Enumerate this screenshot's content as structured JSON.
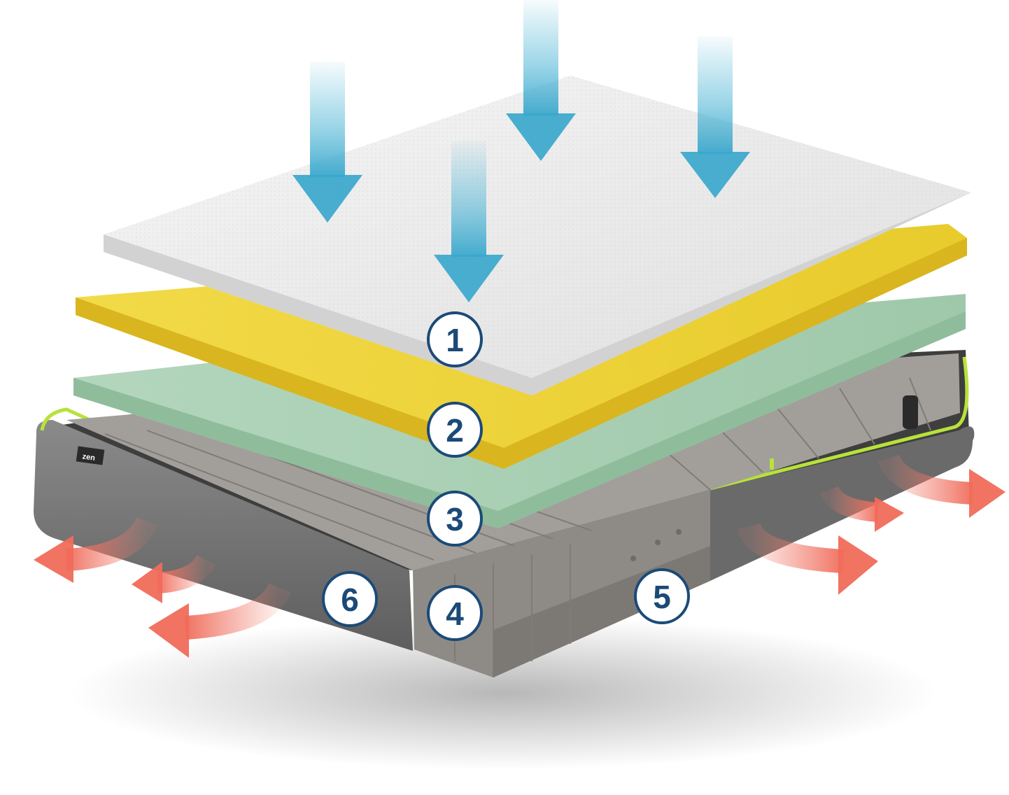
{
  "brand": {
    "logo_text": "zen"
  },
  "layers": [
    {
      "number": "1",
      "name": "cover-layer",
      "color": "#ededed"
    },
    {
      "number": "2",
      "name": "yellow-foam-layer",
      "color": "#f0d43a"
    },
    {
      "number": "3",
      "name": "green-foam-layer",
      "color": "#a9cdb3"
    },
    {
      "number": "4",
      "name": "grey-base-foam",
      "color": "#8e8b87"
    },
    {
      "number": "5",
      "name": "zoned-base-section",
      "color": "#8e8b87"
    },
    {
      "number": "6",
      "name": "grey-fabric-casing",
      "color": "#6f6f6f"
    }
  ],
  "colors": {
    "label_ring": "#1b4a78",
    "label_text": "#1b4a78",
    "label_fill": "#ffffff",
    "cool_arrow": "#4fb6d6",
    "warm_arrow": "#f08070",
    "accent_piping": "#b8e23a"
  },
  "icons": {
    "cool_arrow": "down-arrow-icon",
    "warm_arrow": "curved-arrow-icon"
  }
}
